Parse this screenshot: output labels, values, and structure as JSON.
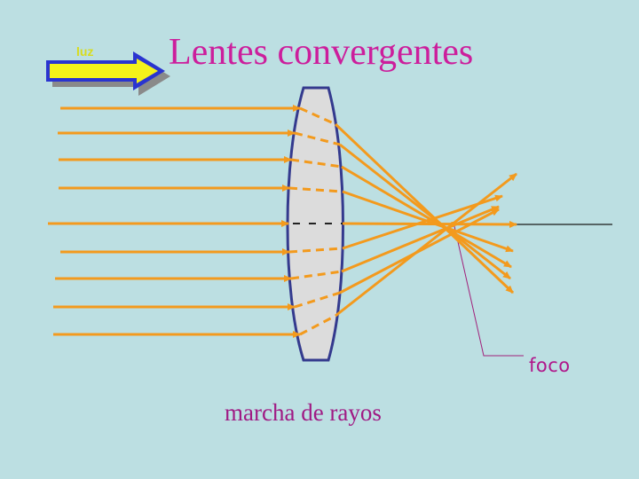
{
  "title": "Lentes convergentes",
  "luz_label": "luz",
  "foco_label": "foco",
  "caption": "marcha de rayos",
  "colors": {
    "background": "#bcdfe2",
    "ray": "#f39a1d",
    "lens_fill": "#dcdcdc",
    "lens_stroke": "#343a8e",
    "title": "#cc1e9c",
    "arrow_fill": "#f4f21a",
    "arrow_stroke": "#2a34d0",
    "leader": "#a0207a"
  },
  "icons": [
    "light-direction-arrow-icon"
  ]
}
